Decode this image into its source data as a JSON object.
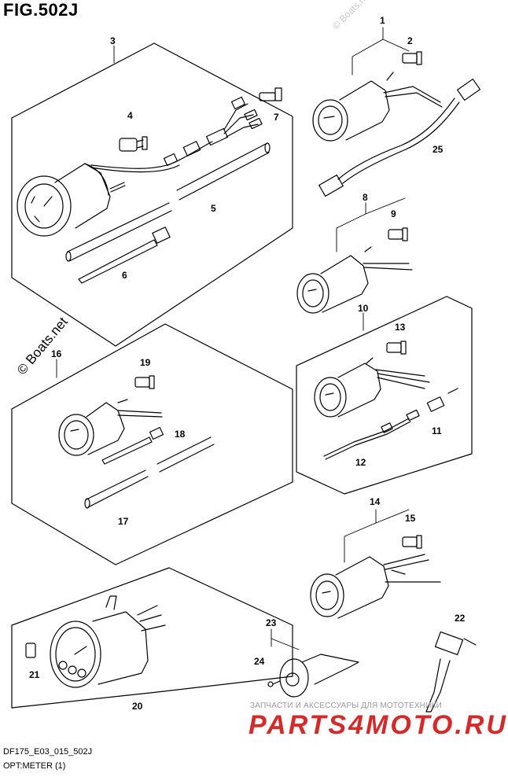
{
  "figure": {
    "title": "FIG.502J",
    "model_code": "DF175_E03_015_502J",
    "caption": "OPT:METER (1)"
  },
  "watermarks": {
    "boats_main": "© Boats.net",
    "boats_faint": "© Boats.net",
    "shop_subtitle": "ЗАПЧАСТИ И АКСЕССУАРЫ ДЛЯ МОТОТЕХНИКИ",
    "shop_logo": "PARTS4MOTO.RU"
  },
  "callouts": {
    "c1": "1",
    "c2": "2",
    "c3": "3",
    "c4": "4",
    "c5": "5",
    "c6": "6",
    "c7": "7",
    "c8": "8",
    "c9": "9",
    "c10": "10",
    "c11": "11",
    "c12": "12",
    "c13": "13",
    "c14": "14",
    "c15": "15",
    "c16": "16",
    "c17": "17",
    "c18": "18",
    "c19": "19",
    "c20": "20",
    "c21": "21",
    "c22": "22",
    "c23": "23",
    "c24": "24",
    "c25": "25"
  },
  "colors": {
    "line": "#000000",
    "logo_red": "#d42a2a",
    "faint": "#c8c8c8"
  }
}
